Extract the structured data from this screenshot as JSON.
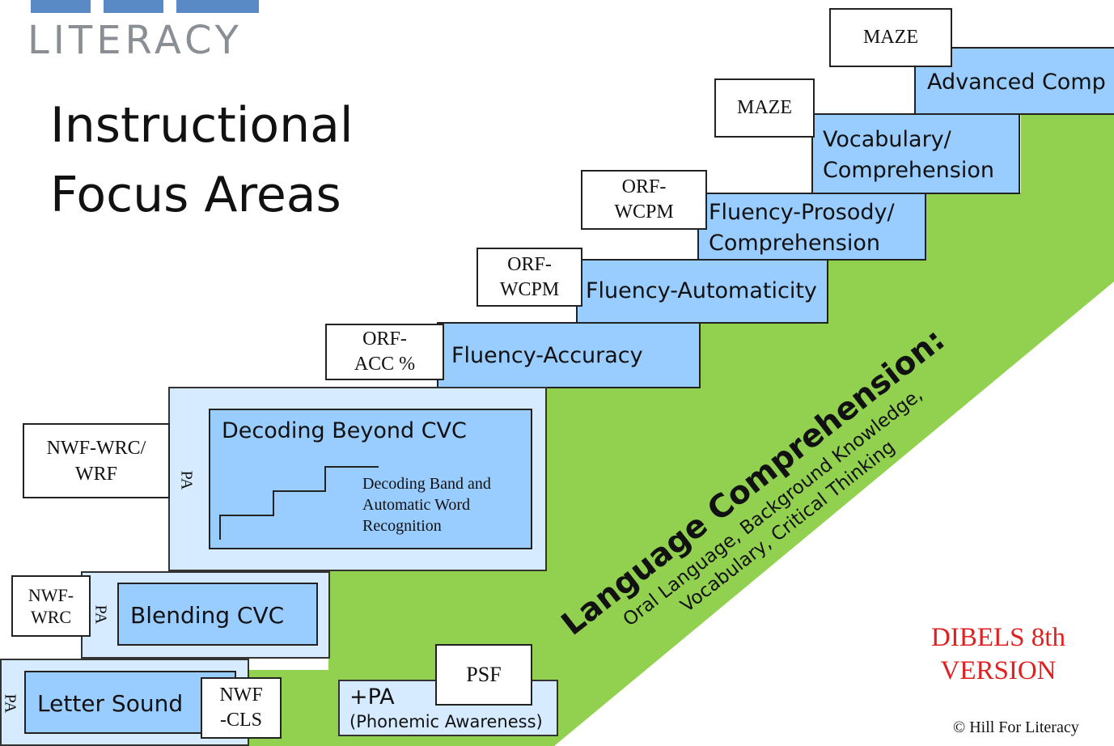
{
  "logo": {
    "text": "LITERACY"
  },
  "title": {
    "line1": "Instructional",
    "line2": "Focus Areas"
  },
  "steps": {
    "advanced": "Advanced Comp",
    "vocab_line1": "Vocabulary/",
    "vocab_line2": "Comprehension",
    "prosody_line1": "Fluency-Prosody/",
    "prosody_line2": "Comprehension",
    "automaticity": "Fluency-Automaticity",
    "accuracy": "Fluency-Accuracy"
  },
  "measures": {
    "maze_top": "MAZE",
    "maze_2": "MAZE",
    "orf_wcpm_1_line1": "ORF-",
    "orf_wcpm_1_line2": "WCPM",
    "orf_wcpm_2_line1": "ORF-",
    "orf_wcpm_2_line2": "WCPM",
    "orf_acc_line1": "ORF-",
    "orf_acc_line2": "ACC %",
    "nwf_wrc_wrf_line1": "NWF-WRC/",
    "nwf_wrc_wrf_line2": "WRF",
    "nwf_wrc_line1": "NWF-",
    "nwf_wrc_line2": "WRC",
    "nwf_cls_line1": "NWF",
    "nwf_cls_line2": "-CLS",
    "psf": "PSF"
  },
  "decoding": {
    "title": "Decoding Beyond CVC",
    "band_line1": "Decoding Band and",
    "band_line2": "Automatic Word",
    "band_line3": "Recognition"
  },
  "blending": "Blending CVC",
  "letter_sound": "Letter Sound",
  "pa_label": "PA",
  "phonemic": {
    "line1": "+PA",
    "line2": "(Phonemic Awareness)"
  },
  "language": {
    "heading": "Language Comprehension:",
    "line1": "Oral Language, Background Knowledge,",
    "line2": "Vocabulary, Critical Thinking"
  },
  "version": {
    "line1": "DIBELS 8th",
    "line2": "VERSION"
  },
  "copyright": "© Hill For Literacy",
  "colors": {
    "green": "#92d050",
    "step_blue": "#99ccff",
    "panel_blue": "#d6ebff",
    "version_red": "#e02020"
  }
}
